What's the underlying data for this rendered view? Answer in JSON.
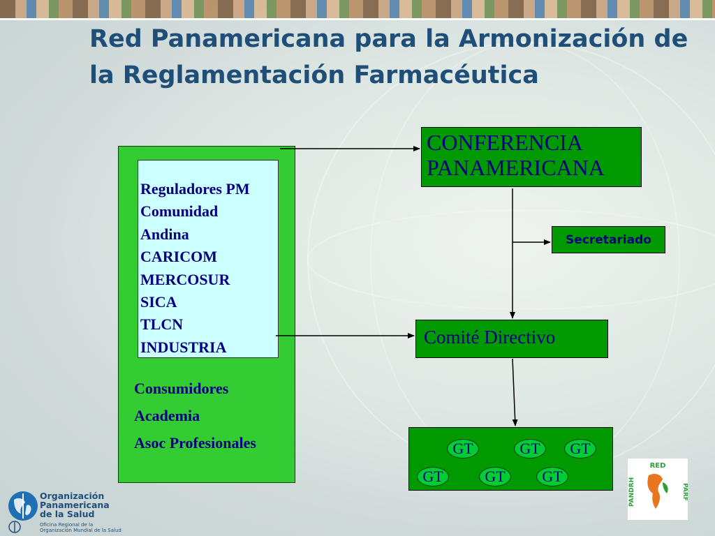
{
  "title": "Red Panamericana para la Armonización de la Reglamentación Farmacéutica",
  "diagram": {
    "member_list": [
      "Reguladores PM",
      "Comunidad",
      "Andina",
      "CARICOM",
      "MERCOSUR",
      "SICA",
      "TLCN",
      "INDUSTRIA"
    ],
    "other_members": [
      "Consumidores",
      "Academia",
      "Asoc Profesionales"
    ],
    "conferencia": [
      "CONFERENCIA",
      "PANAMERICANA"
    ],
    "secretariado": "Secretariado",
    "comite": "Comité Directivo",
    "working_group_label": "GT"
  },
  "footer": {
    "paho_name": [
      "Organización",
      "Panamericana",
      "de la Salud"
    ],
    "paho_subtitle": [
      "Oficina Regional de la",
      "Organización Mundial de la Salud"
    ],
    "red_logo": "RED PARF PANDRH"
  },
  "colors": {
    "title": "#1f4e79",
    "green_box": "#33cc33",
    "dark_green": "#009900",
    "cyan_box": "#ccffff",
    "text_navy": "#000080"
  }
}
